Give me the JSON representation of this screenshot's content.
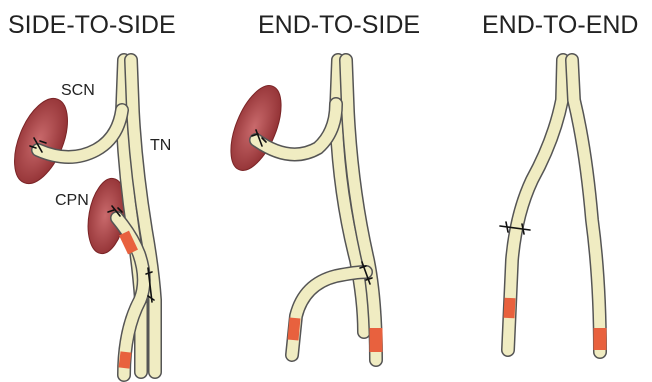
{
  "panels": [
    {
      "title": "SIDE-TO-SIDE"
    },
    {
      "title": "END-TO-SIDE"
    },
    {
      "title": "END-TO-END"
    }
  ],
  "labels": {
    "scn": "SCN",
    "tn": "TN",
    "cpn": "CPN"
  },
  "colors": {
    "nerve": "#f0ecc2",
    "nerve_outline": "#5a5a5a",
    "muscle": "#a8383a",
    "stump": "#e8613e",
    "suture": "#111111"
  }
}
